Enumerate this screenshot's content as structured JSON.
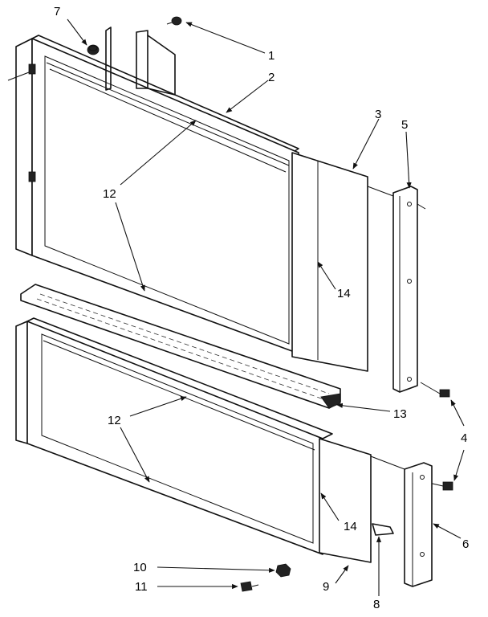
{
  "diagram": {
    "callouts": [
      {
        "id": "c1",
        "label": "1"
      },
      {
        "id": "c2",
        "label": "2"
      },
      {
        "id": "c3",
        "label": "3"
      },
      {
        "id": "c4",
        "label": "4"
      },
      {
        "id": "c5",
        "label": "5"
      },
      {
        "id": "c6",
        "label": "6"
      },
      {
        "id": "c7",
        "label": "7"
      },
      {
        "id": "c8",
        "label": "8"
      },
      {
        "id": "c9",
        "label": "9"
      },
      {
        "id": "c10",
        "label": "10"
      },
      {
        "id": "c11",
        "label": "11"
      },
      {
        "id": "c12a",
        "label": "12"
      },
      {
        "id": "c12b",
        "label": "12"
      },
      {
        "id": "c13",
        "label": "13"
      },
      {
        "id": "c14a",
        "label": "14"
      },
      {
        "id": "c14b",
        "label": "14"
      }
    ],
    "colors": {
      "line": "#111111",
      "background": "#ffffff"
    }
  }
}
